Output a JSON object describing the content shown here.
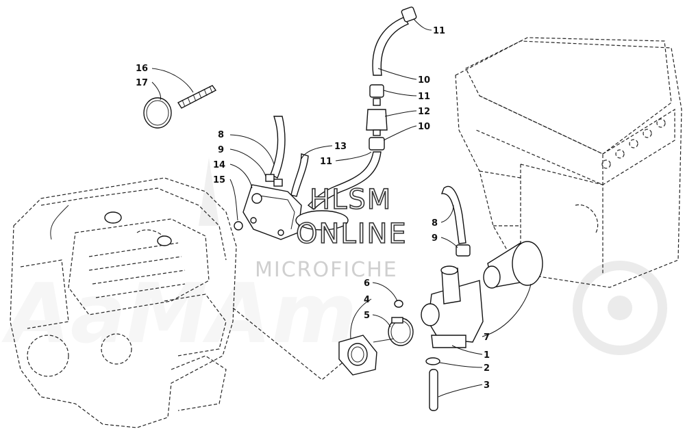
{
  "watermark": {
    "line1": "HLSM",
    "line2": "ONLINE",
    "line3": "MICROFICHE"
  },
  "callouts": [
    {
      "id": "c11a",
      "label": "11"
    },
    {
      "id": "c10a",
      "label": "10"
    },
    {
      "id": "c11b",
      "label": "11"
    },
    {
      "id": "c12",
      "label": "12"
    },
    {
      "id": "c10b",
      "label": "10"
    },
    {
      "id": "c13",
      "label": "13"
    },
    {
      "id": "c11c",
      "label": "11"
    },
    {
      "id": "c16",
      "label": "16"
    },
    {
      "id": "c17",
      "label": "17"
    },
    {
      "id": "c8a",
      "label": "8"
    },
    {
      "id": "c9a",
      "label": "9"
    },
    {
      "id": "c14",
      "label": "14"
    },
    {
      "id": "c15",
      "label": "15"
    },
    {
      "id": "c8b",
      "label": "8"
    },
    {
      "id": "c9b",
      "label": "9"
    },
    {
      "id": "c6",
      "label": "6"
    },
    {
      "id": "c4",
      "label": "4"
    },
    {
      "id": "c5",
      "label": "5"
    },
    {
      "id": "c7",
      "label": "7"
    },
    {
      "id": "c1",
      "label": "1"
    },
    {
      "id": "c2",
      "label": "2"
    },
    {
      "id": "c3",
      "label": "3"
    }
  ]
}
